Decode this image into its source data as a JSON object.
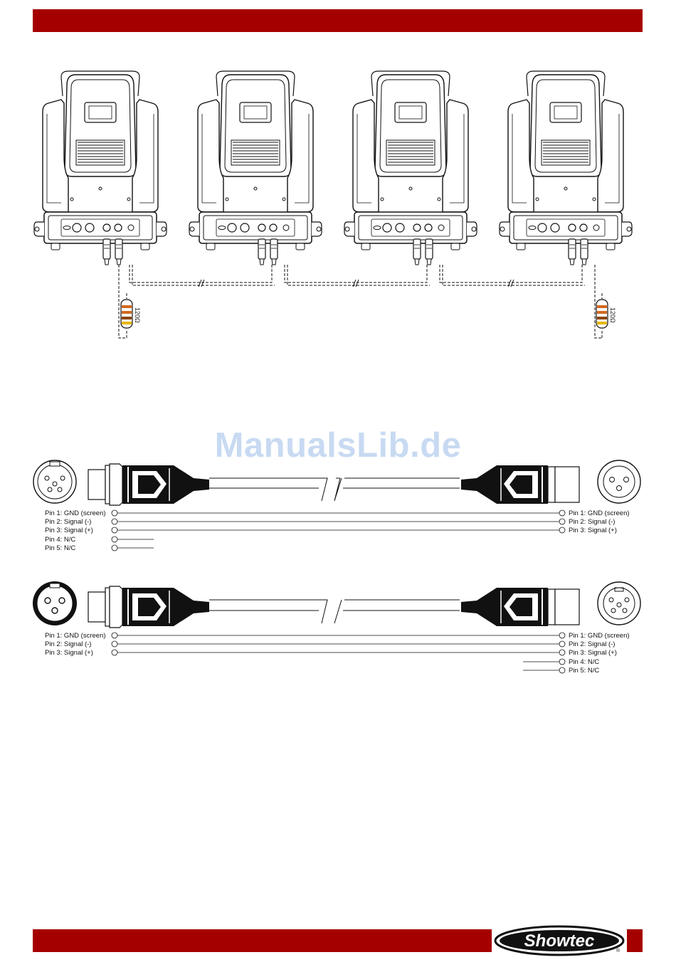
{
  "colors": {
    "accent": "#a50000"
  },
  "watermark": "ManualsLib.de",
  "logo": {
    "name": "Showtec",
    "reg_mark": "®"
  },
  "diagram": {
    "fixture_count": 4,
    "terminator": {
      "label": "120Ω",
      "count": 2
    }
  },
  "cable1": {
    "left_pins": [
      "Pin 1: GND (screen)",
      "Pin 2: Signal (-)",
      "Pin 3: Signal (+)",
      "Pin 4: N/C",
      "Pin 5: N/C"
    ],
    "right_pins": [
      "Pin 1: GND (screen)",
      "Pin 2: Signal (-)",
      "Pin 3: Signal (+)"
    ]
  },
  "cable2": {
    "left_pins": [
      "Pin 1: GND (screen)",
      "Pin 2: Signal (-)",
      "Pin 3: Signal (+)"
    ],
    "right_pins": [
      "Pin 1: GND (screen)",
      "Pin 2: Signal (-)",
      "Pin 3: Signal (+)",
      "Pin 4: N/C",
      "Pin 5: N/C"
    ]
  }
}
